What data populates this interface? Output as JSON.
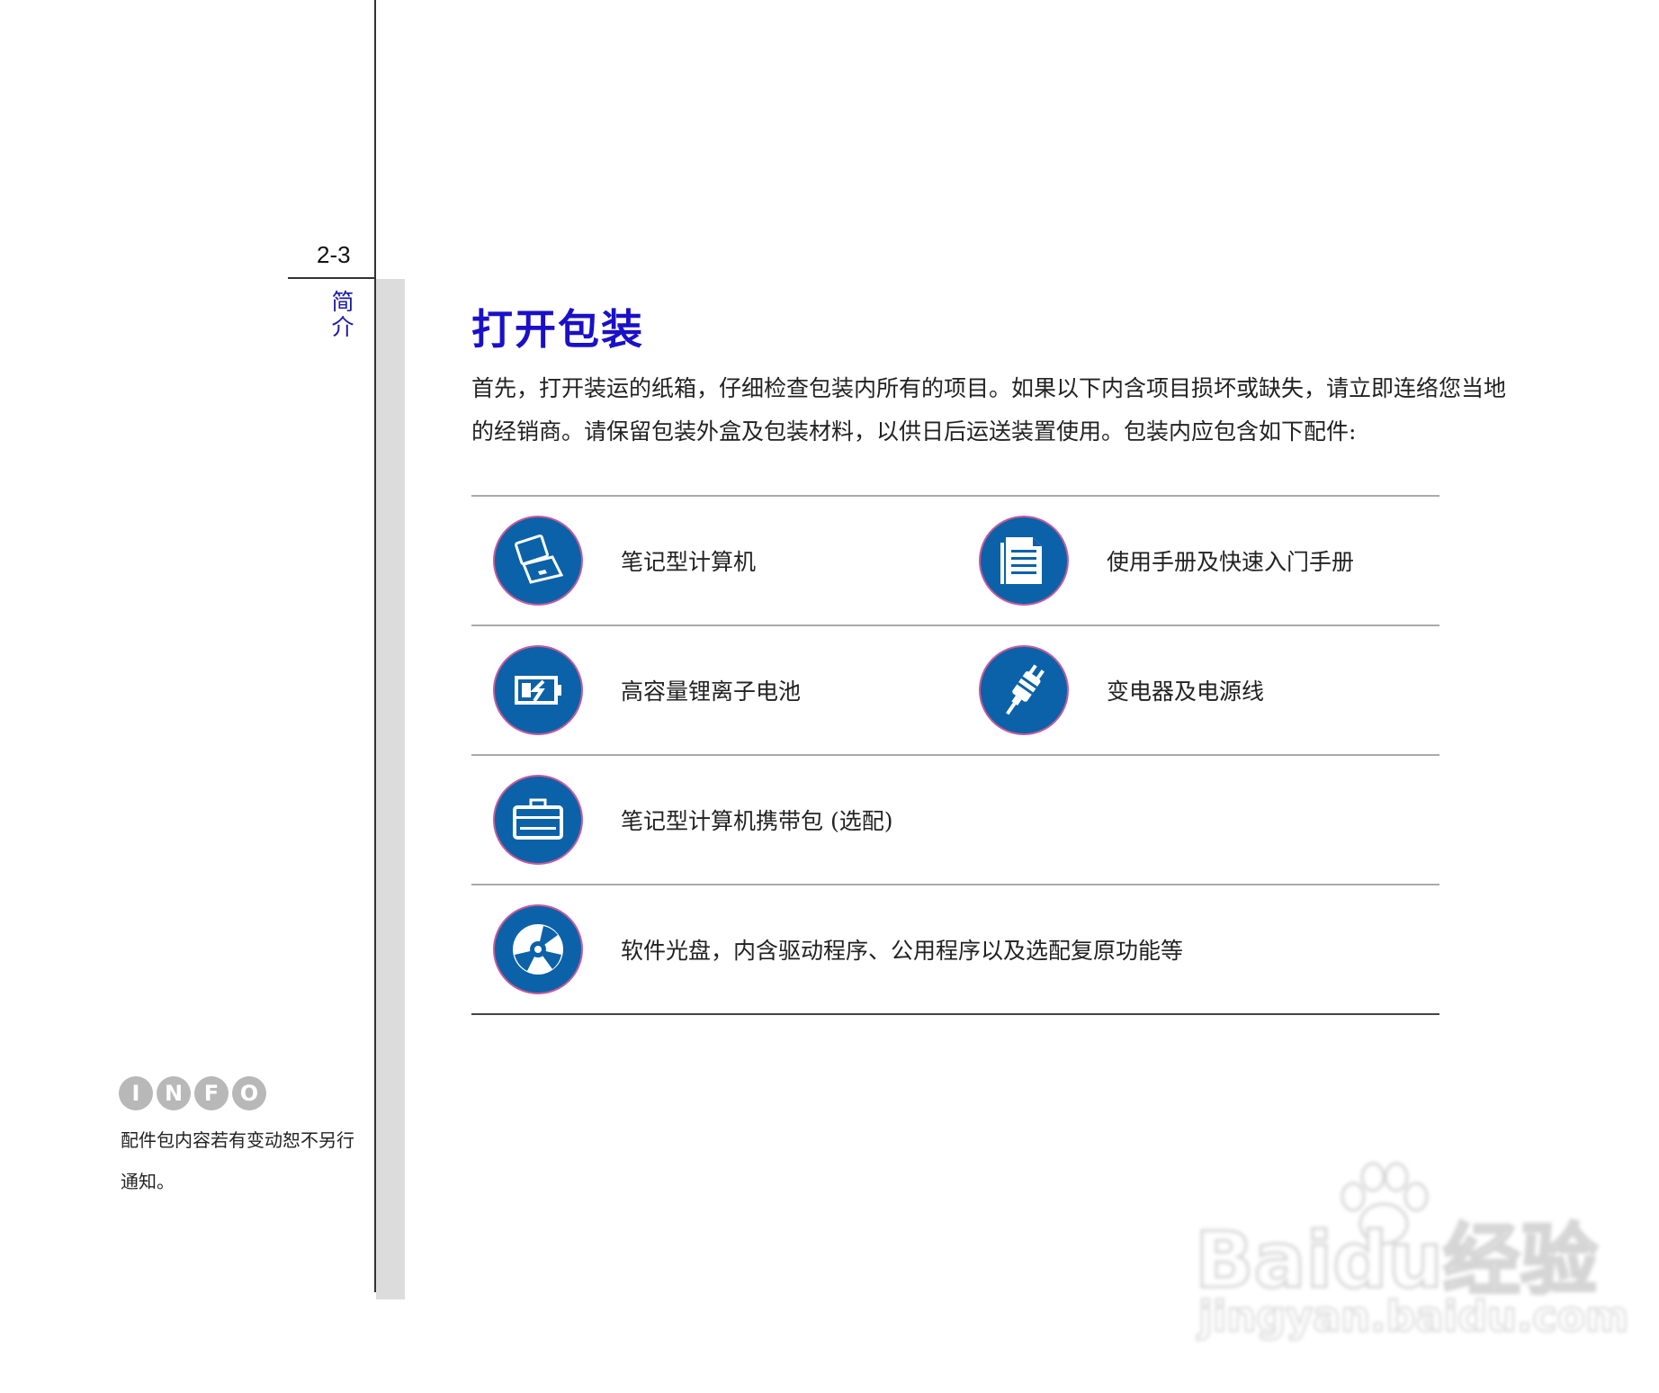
{
  "header": {
    "page_number": "2-3",
    "section": "简介"
  },
  "title": "打开包装",
  "intro": "首先，打开装运的纸箱，仔细检查包装内所有的项目。如果以下内含项目损坏或缺失，请立即连络您当地的经销商。请保留包装外盒及包装材料，以供日后运送装置使用。包装内应包含如下配件:",
  "items": [
    {
      "label": "笔记型计算机",
      "icon": "laptop-icon"
    },
    {
      "label": "使用手册及快速入门手册",
      "icon": "document-icon"
    },
    {
      "label": "高容量锂离子电池",
      "icon": "battery-icon"
    },
    {
      "label": "变电器及电源线",
      "icon": "power-plug-icon"
    },
    {
      "label": "笔记型计算机携带包  (选配)",
      "icon": "carry-bag-icon"
    },
    {
      "label": "软件光盘，内含驱动程序、公用程序以及选配复原功能等",
      "icon": "cd-disc-icon"
    }
  ],
  "info": {
    "badge_letters": [
      "I",
      "N",
      "F",
      "O"
    ],
    "note": "配件包内容若有变动恕不另行通知。"
  },
  "watermark": {
    "main": "Baidu经验",
    "sub": "jingyan.baidu.com"
  },
  "colors": {
    "title": "#1a10c8",
    "icon_bg": "#0b62a8",
    "icon_ring": "#c85a9a",
    "section_label": "#1a1aa8"
  }
}
